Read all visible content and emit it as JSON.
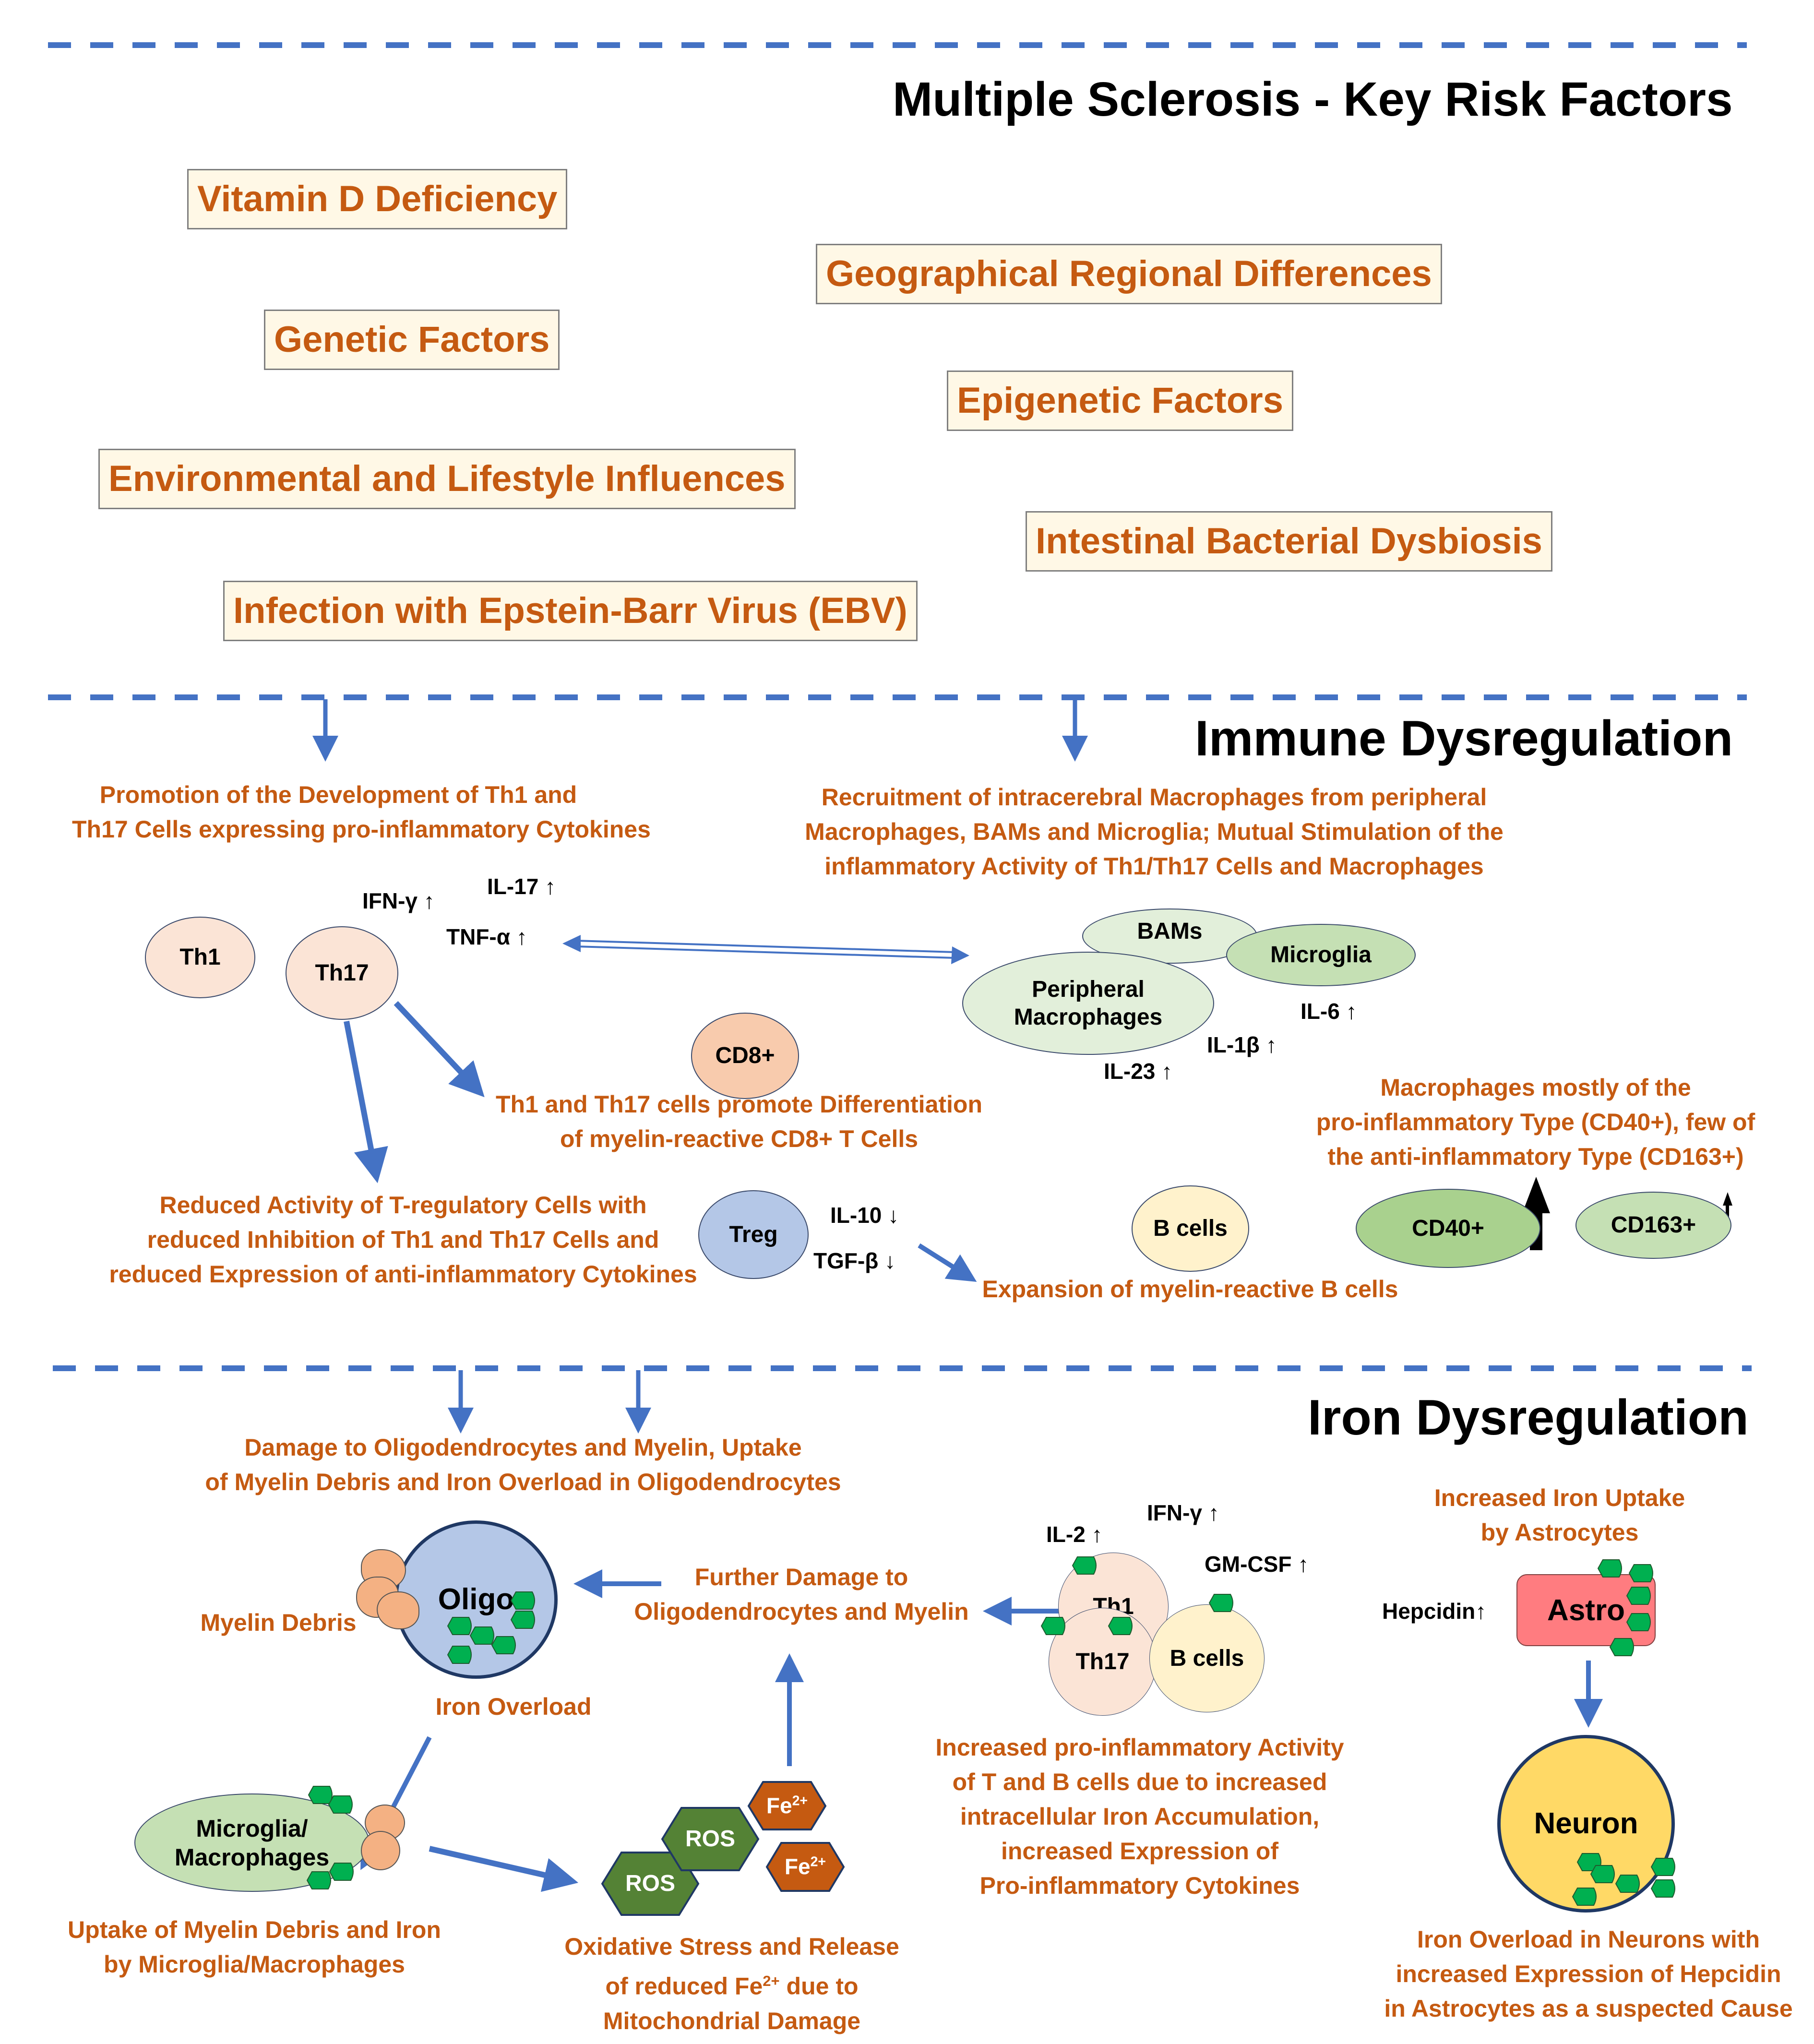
{
  "sections": {
    "risk_factors": {
      "title": "Multiple Sclerosis - Key Risk Factors"
    },
    "immune": {
      "title": "Immune Dysregulation"
    },
    "iron": {
      "title": "Iron Dysregulation"
    }
  },
  "risk_factors": [
    "Vitamin D Deficiency",
    "Geographical Regional Differences",
    "Genetic Factors",
    "Epigenetic Factors",
    "Environmental and Lifestyle Influences",
    "Intestinal Bacterial Dysbiosis",
    "Infection with Epstein-Barr Virus (EBV)"
  ],
  "immune": {
    "promotion_text": [
      "Promotion of the Development of Th1 and",
      "Th17 Cells expressing pro-inflammatory Cytokines"
    ],
    "recruitment_text": [
      "Recruitment of intracerebral Macrophages from peripheral",
      "Macrophages, BAMs and Microglia; Mutual Stimulation of the",
      "inflammatory Activity of Th1/Th17 Cells and Macrophages"
    ],
    "cells": {
      "th1": "Th1",
      "th17": "Th17",
      "cd8": "CD8+",
      "treg": "Treg",
      "bcells": "B cells",
      "bams": "BAMs",
      "microglia": "Microglia",
      "peripheral_macrophages": [
        "Peripheral",
        "Macrophages"
      ],
      "cd40": "CD40+",
      "cd163": "CD163+"
    },
    "cytokines": {
      "ifn_gamma": "IFN-γ ↑",
      "il17": "IL-17 ↑",
      "tnf_alpha": "TNF-α ↑",
      "il6": "IL-6 ↑",
      "il1b": "IL-1β ↑",
      "il23": "IL-23 ↑",
      "il10": "IL-10 ↓",
      "tgf_beta": "TGF-β ↓"
    },
    "cd8_text": [
      "Th1 and Th17 cells promote Differentiation",
      "of myelin-reactive CD8+ T Cells"
    ],
    "treg_text": [
      "Reduced Activity of T-regulatory Cells with",
      "reduced Inhibition of Th1 and Th17 Cells and",
      "reduced Expression of anti-inflammatory Cytokines"
    ],
    "macrophage_type_text": [
      "Macrophages mostly of the",
      "pro-inflammatory Type (CD40+), few of",
      "the anti-inflammatory Type (CD163+)"
    ],
    "bcell_text": "Expansion of myelin-reactive B cells"
  },
  "iron": {
    "damage_text": [
      "Damage to Oligodendrocytes and Myelin, Uptake",
      "of Myelin Debris and Iron Overload in Oligodendrocytes"
    ],
    "oligo": "Oligo",
    "myelin_debris": "Myelin Debris",
    "iron_overload": "Iron Overload",
    "further_damage_text": [
      "Further Damage to",
      "Oligodendrocytes and Myelin"
    ],
    "microglia_macrophages": [
      "Microglia/",
      "Macrophages"
    ],
    "uptake_text": [
      "Uptake of Myelin Debris and Iron",
      "by Microglia/Macrophages"
    ],
    "ros": "ROS",
    "fe": "Fe",
    "fe_charge": "2+",
    "oxidative_text": {
      "line1": "Oxidative Stress and Release",
      "line2_pre": "of reduced Fe",
      "line2_sup": "2+",
      "line2_post": " due to",
      "line3": "Mitochondrial Damage"
    },
    "cells": {
      "th1": "Th1",
      "th17": "Th17",
      "bcells": "B cells"
    },
    "cytokines": {
      "il2": "IL-2 ↑",
      "ifn_gamma": "IFN-γ ↑",
      "gmcsf": "GM-CSF ↑"
    },
    "tb_text": [
      "Increased pro-inflammatory Activity",
      "of T and B cells due to increased",
      "intracellular Iron Accumulation,",
      "increased Expression of",
      "Pro-inflammatory Cytokines"
    ],
    "astro_text": [
      "Increased Iron Uptake",
      "by Astrocytes"
    ],
    "astro": "Astro",
    "hepcidin": "Hepcidin↑",
    "neuron": "Neuron",
    "neuron_text": [
      "Iron Overload in Neurons with",
      "increased Expression of Hepcidin",
      "in Astrocytes as a suspected Cause"
    ]
  },
  "colors": {
    "accent_blue": "#4472C4",
    "text_orange": "#C55A11",
    "box_fill": "#FFF8E6",
    "iron_green": "#00B050",
    "ros_green": "#548235",
    "fe_orange": "#C55A11",
    "debris": "#F4B183"
  }
}
